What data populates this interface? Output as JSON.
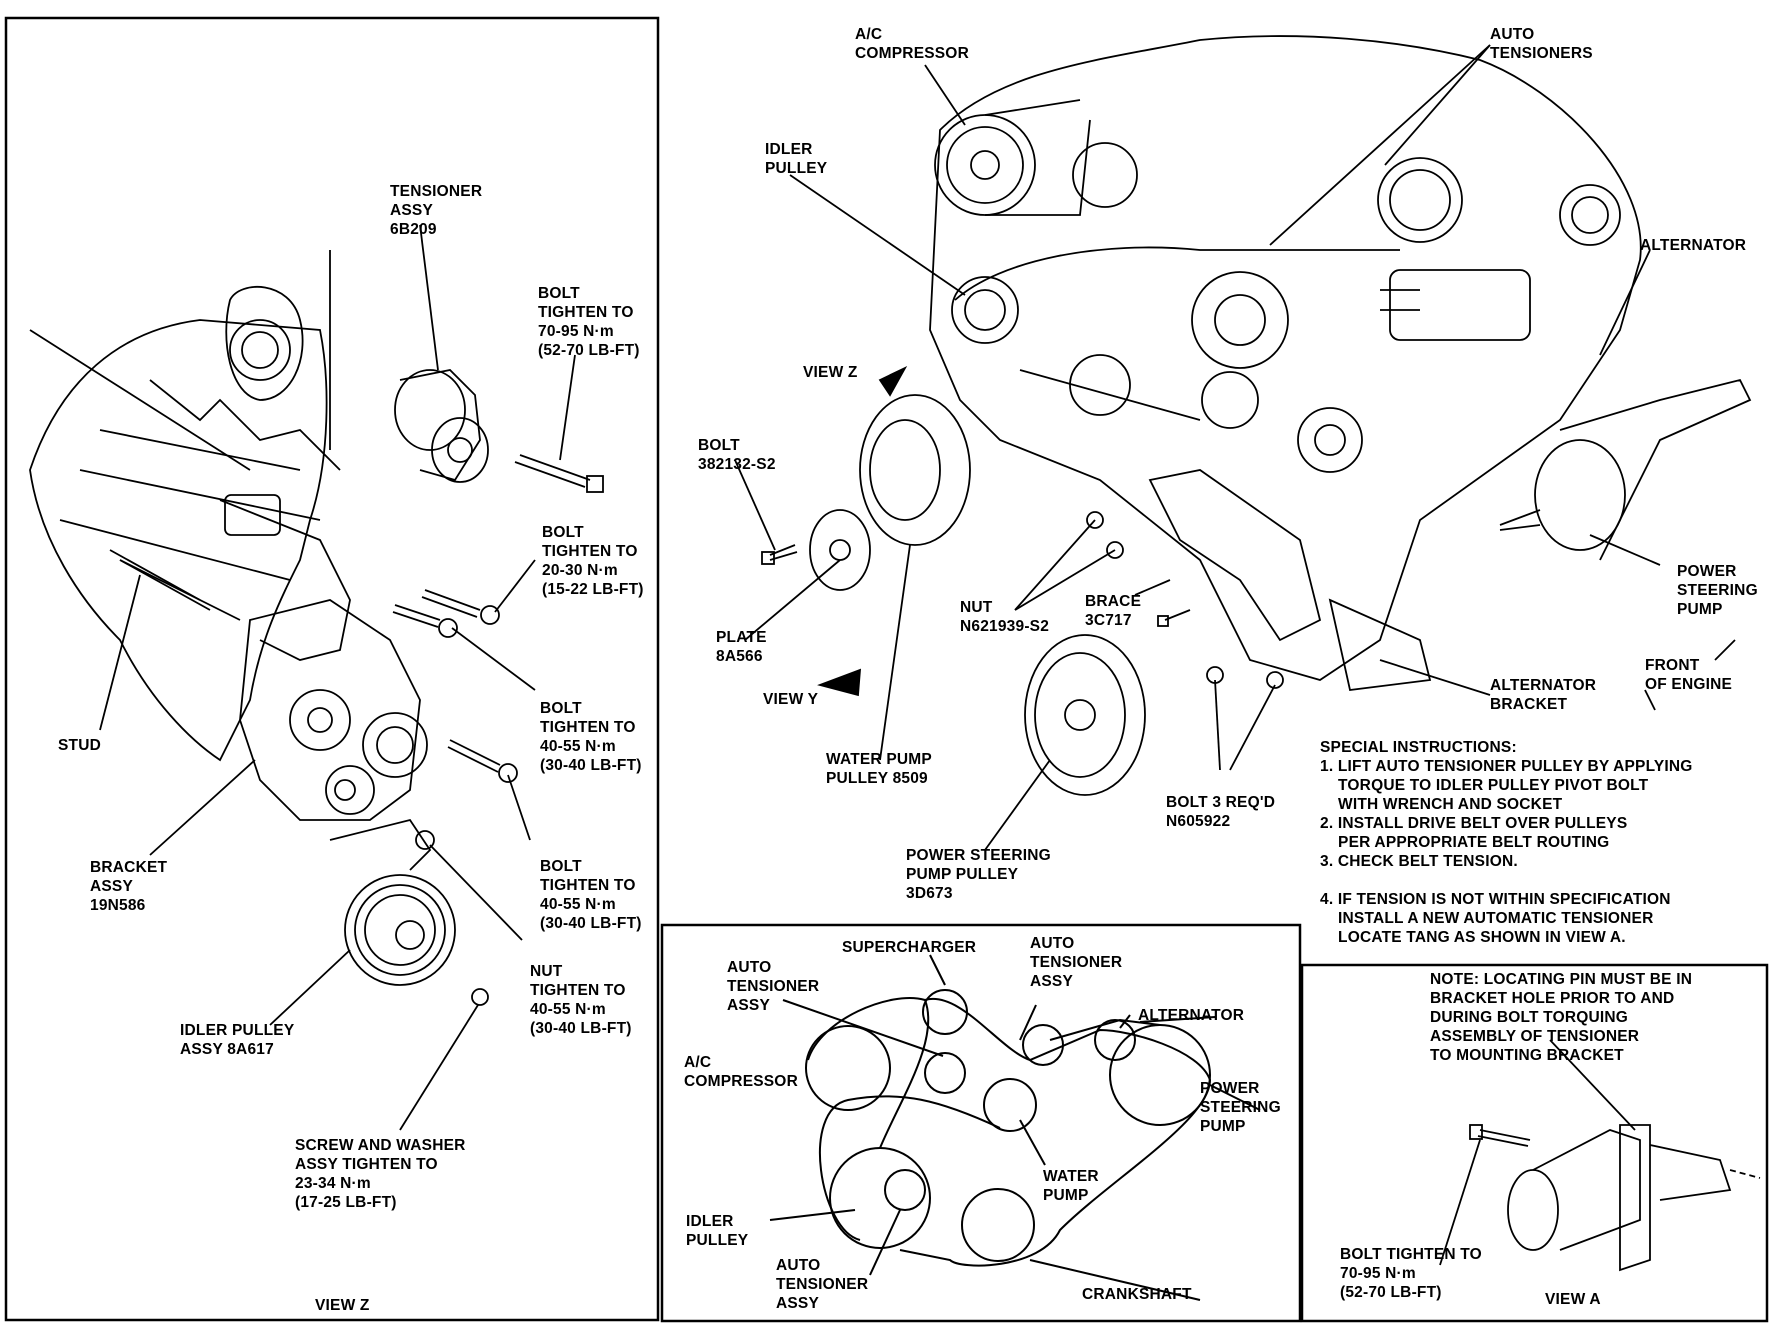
{
  "labels": {
    "tensioner_assy": "TENSIONER\nASSY\n6B209",
    "bolt_70_95": "BOLT\nTIGHTEN TO\n70-95 N·m\n(52-70 LB-FT)",
    "bolt_20_30": "BOLT\nTIGHTEN TO\n20-30 N·m\n(15-22 LB-FT)",
    "bolt_40_55_a": "BOLT\nTIGHTEN TO\n40-55 N·m\n(30-40 LB-FT)",
    "bolt_40_55_b": "BOLT\nTIGHTEN TO\n40-55 N·m\n(30-40 LB-FT)",
    "nut_40_55": "NUT\nTIGHTEN TO\n40-55 N·m\n(30-40 LB-FT)",
    "stud": "STUD",
    "bracket_assy": "BRACKET\nASSY\n19N586",
    "idler_pulley_assy": "IDLER PULLEY\nASSY 8A617",
    "screw_washer": "SCREW AND WASHER\nASSY TIGHTEN TO\n23-34 N·m\n(17-25 LB-FT)",
    "view_z_caption": "VIEW Z",
    "ac_compressor": "A/C\nCOMPRESSOR",
    "auto_tensioners": "AUTO\nTENSIONERS",
    "idler_pulley": "IDLER\nPULLEY",
    "alternator": "ALTERNATOR",
    "view_z_marker": "VIEW Z",
    "bolt_382132": "BOLT\n382132-S2",
    "plate_8a566": "PLATE\n8A566",
    "view_y": "VIEW Y",
    "nut_n621939": "NUT\nN621939-S2",
    "brace_3c717": "BRACE\n3C717",
    "power_steering_pump": "POWER\nSTEERING\nPUMP",
    "front_of_engine": "FRONT\nOF ENGINE",
    "alternator_bracket": "ALTERNATOR\nBRACKET",
    "water_pump_pulley": "WATER PUMP\nPULLEY 8509",
    "bolt_3_reqd": "BOLT 3 REQ'D\nN605922",
    "ps_pump_pulley": "POWER STEERING\nPUMP PULLEY\n3D673",
    "special_instructions": "SPECIAL INSTRUCTIONS:\n1. LIFT AUTO TENSIONER PULLEY BY APPLYING\n    TORQUE TO IDLER PULLEY PIVOT BOLT\n    WITH WRENCH AND SOCKET\n2. INSTALL DRIVE BELT OVER PULLEYS\n    PER APPROPRIATE BELT ROUTING\n3. CHECK BELT TENSION.\n\n4. IF TENSION IS NOT WITHIN SPECIFICATION\n    INSTALL A NEW AUTOMATIC TENSIONER\n    LOCATE TANG AS SHOWN IN VIEW A.",
    "supercharger": "SUPERCHARGER",
    "auto_tensioner_assy_1": "AUTO\nTENSIONER\nASSY",
    "auto_tensioner_assy_2": "AUTO\nTENSIONER\nASSY",
    "auto_tensioner_assy_3": "AUTO\nTENSIONER\nASSY",
    "route_ac_compressor": "A/C\nCOMPRESSOR",
    "route_alternator": "ALTERNATOR",
    "route_power_steering": "POWER\nSTEERING\nPUMP",
    "route_water_pump": "WATER\nPUMP",
    "route_idler_pulley": "IDLER\nPULLEY",
    "route_crankshaft": "CRANKSHAFT",
    "note_locating_pin": "NOTE: LOCATING PIN MUST BE IN\nBRACKET HOLE PRIOR TO AND\nDURING BOLT TORQUING\nASSEMBLY OF TENSIONER\nTO MOUNTING BRACKET",
    "bolt_view_a": "BOLT TIGHTEN TO\n70-95 N·m\n(52-70 LB-FT)",
    "view_a": "VIEW A"
  }
}
